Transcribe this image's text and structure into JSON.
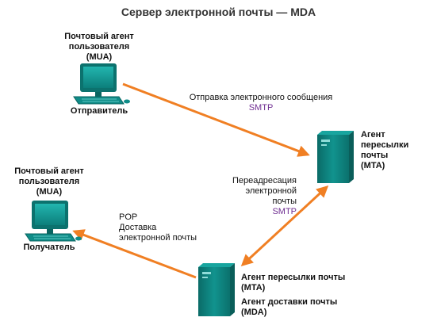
{
  "title": "Сервер электронной почты — MDA",
  "sender": {
    "agent_line1": "Почтовый агент",
    "agent_line2": "пользователя",
    "agent_line3": "(MUA)",
    "role": "Отправитель"
  },
  "recipient": {
    "agent_line1": "Почтовый агент",
    "agent_line2": "пользователя",
    "agent_line3": "(MUA)",
    "role": "Получатель"
  },
  "mta_top": {
    "line1": "Агент",
    "line2": "пересылки",
    "line3": "почты",
    "line4": "(MTA)"
  },
  "mta_bottom": {
    "line1": "Агент пересылки почты",
    "line2": "(MTA)",
    "line3": "Агент доставки почты",
    "line4": "(MDA)"
  },
  "link_send": {
    "line1": "Отправка электронного сообщения",
    "protocol": "SMTP"
  },
  "link_forward": {
    "line1": "Переадресация",
    "line2": "электронной",
    "line3": "почты",
    "protocol": "SMTP"
  },
  "link_deliver": {
    "line1": "POP",
    "line2": "Доставка",
    "line3": "электронной почты"
  },
  "colors": {
    "arrow": "#f07f23",
    "device": "#0f8c88",
    "device_dark": "#0a6561",
    "protocol_text": "#6f2d91"
  }
}
